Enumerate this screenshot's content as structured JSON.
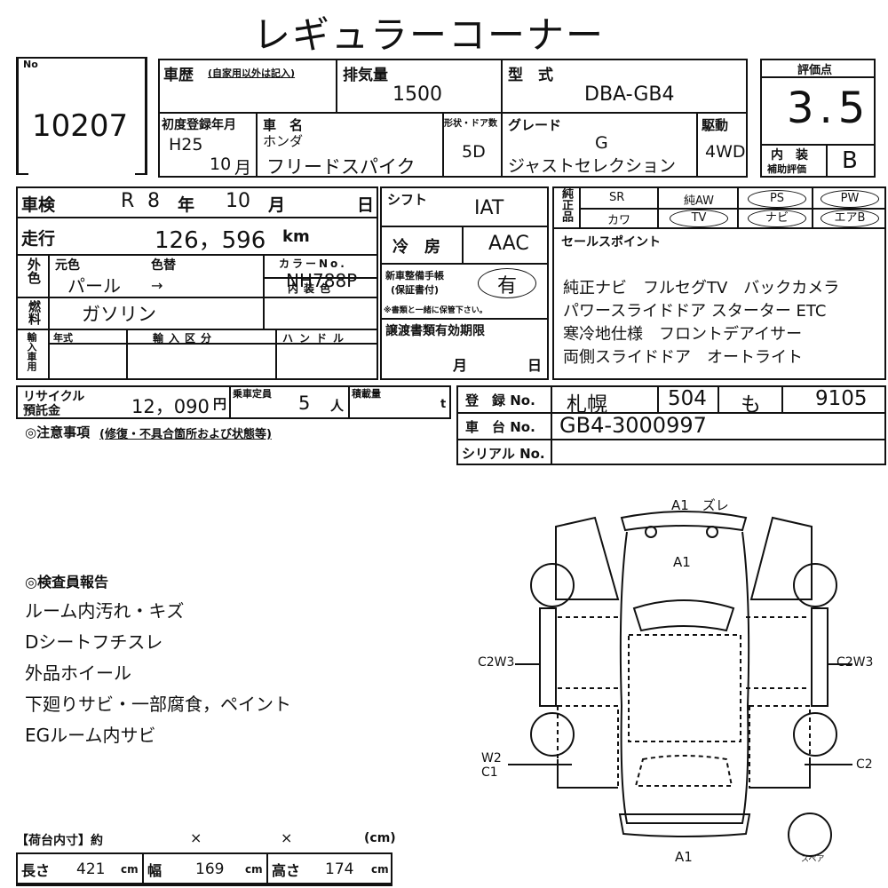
{
  "title": "レギュラーコーナー",
  "lot": {
    "label": "No",
    "number": "10207"
  },
  "history": {
    "label": "車歴",
    "note": "(自家用以外は記入)"
  },
  "displacement": {
    "label": "排気量",
    "value": "1500"
  },
  "model": {
    "label": "型　式",
    "value": "DBA-GB4"
  },
  "first_reg": {
    "label": "初度登録年月",
    "era_year": "H25",
    "month_num": "10",
    "month_unit": "月"
  },
  "car_name": {
    "label": "車　名",
    "maker": "ホンダ",
    "name": "フリードスパイク"
  },
  "shape_doors": {
    "label": "形状・ドア数",
    "value": "5D"
  },
  "grade": {
    "label": "グレード",
    "line1": "G",
    "line2": "ジャストセレクション"
  },
  "drive": {
    "label": "駆動",
    "value": "4WD"
  },
  "score": {
    "label": "評価点",
    "value": "3.5",
    "interior_label1": "内　装",
    "interior_label2": "補助評価",
    "interior_value": "B"
  },
  "shaken": {
    "label": "車検",
    "era": "R",
    "year": "8",
    "year_unit": "年",
    "month": "10",
    "month_unit": "月",
    "day_unit": "日"
  },
  "shift": {
    "label": "シフト",
    "value": "IAT"
  },
  "mileage": {
    "label": "走行",
    "value": "126，596",
    "unit": "km"
  },
  "aircon": {
    "label": "冷　房",
    "value": "AAC"
  },
  "color": {
    "side_label": "外色",
    "orig_label": "元色",
    "change_label": "色替",
    "orig": "パール",
    "arrow": "→",
    "code_label": "カラーNo.",
    "code": "NH788P"
  },
  "fuel": {
    "label": "燃料",
    "value": "ガソリン",
    "interior_color_label": "内装色"
  },
  "import": {
    "side_label": "輸入車用",
    "year_label": "年式",
    "kind_label": "輸入区分",
    "handle_label": "ハンドル"
  },
  "maintenance": {
    "label1": "新車整備手帳",
    "label2": "(保証書付)",
    "value": "有",
    "note": "※書類と一緒に保管下さい。"
  },
  "transfer": {
    "label": "譲渡書類有効期限",
    "month_unit": "月",
    "day_unit": "日"
  },
  "genuine": {
    "label": "純正品",
    "row1": [
      "SR",
      "純AW",
      "PS",
      "PW"
    ],
    "row2": [
      "カワ",
      "TV",
      "ナビ",
      "エアB"
    ]
  },
  "sales_points": {
    "label": "セールスポイント",
    "lines": [
      "純正ナビ　フルセグTV　バックカメラ",
      "パワースライドドア スターター ETC",
      "寒冷地仕様　フロントデアイサー",
      "両側スライドドア　オートライト"
    ]
  },
  "recycle": {
    "label1": "リサイクル",
    "label2": "預託金",
    "value": "12，090",
    "unit": "円"
  },
  "capacity": {
    "label": "乗車定員",
    "value": "5",
    "unit": "人"
  },
  "load": {
    "label": "積載量",
    "unit": "t"
  },
  "registration": {
    "label": "登　録 No.",
    "region": "札幌",
    "class": "504",
    "kana": "も",
    "number": "9105"
  },
  "chassis": {
    "label": "車　台 No.",
    "value": "GB4-3000997"
  },
  "serial": {
    "label": "シリアル No.",
    "value": ""
  },
  "caution": {
    "label": "◎注意事項",
    "sub": "(修復・不具合箇所および状態等)"
  },
  "inspector": {
    "label": "◎検査員報告",
    "lines": [
      "ルーム内汚れ・キズ",
      "Dシートフチスレ",
      "外品ホイール",
      "下廻りサビ・一部腐食，ペイント",
      "EGルーム内サビ"
    ]
  },
  "diagram": {
    "top_label": "A1　ズレ",
    "hood": "A1",
    "left_side": "C2W3",
    "right_side": "C2W3",
    "rear_left1": "W2",
    "rear_left2": "C1",
    "rear_right": "C2",
    "bottom": "A1",
    "spare": "スペア"
  },
  "cargo": {
    "label": "【荷台内寸】約",
    "x1": "×",
    "x2": "×",
    "unit_cm": "(cm)",
    "length_label": "長さ",
    "length": "421",
    "width_label": "幅",
    "width": "169",
    "height_label": "高さ",
    "height": "174",
    "cm": "cm"
  }
}
